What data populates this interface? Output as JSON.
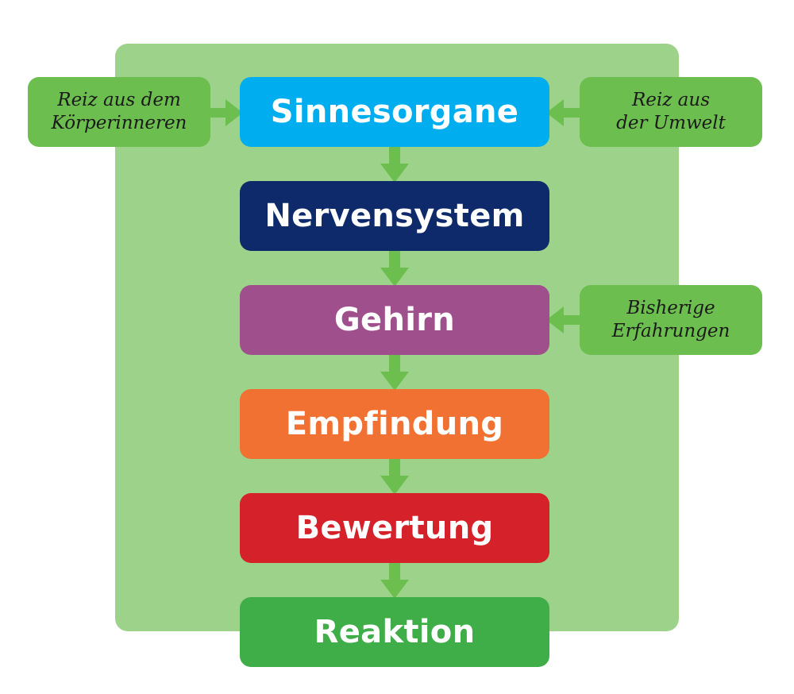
{
  "stages": [
    {
      "label": "Sinnesorgane",
      "color": "#00aeef"
    },
    {
      "label": "Nervensystem",
      "color": "#0f2a6b"
    },
    {
      "label": "Gehirn",
      "color": "#9e4f8c"
    },
    {
      "label": "Empfindung",
      "color": "#f07132"
    },
    {
      "label": "Bewertung",
      "color": "#d4212a"
    },
    {
      "label": "Reaktion",
      "color": "#3fae49"
    }
  ],
  "inputs": {
    "body_stimulus": {
      "line1": "Reiz aus dem",
      "line2": "Körperinneren"
    },
    "environment_stimulus": {
      "line1": "Reiz aus",
      "line2": "der Umwelt"
    },
    "experience": {
      "line1": "Bisherige",
      "line2": "Erfahrungen"
    }
  },
  "colors": {
    "panel": "#9dd28a",
    "note": "#6cbf4f",
    "arrow": "#6cbf4f"
  }
}
